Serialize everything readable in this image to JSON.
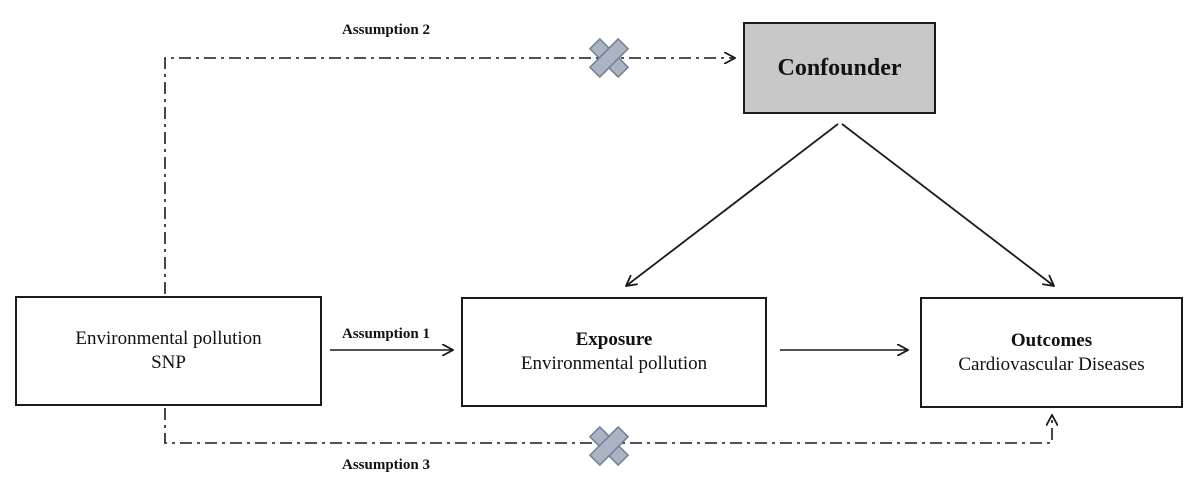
{
  "instrument": {
    "line1": "Environmental pollution",
    "line2": "SNP"
  },
  "exposure": {
    "heading": "Exposure",
    "text": "Environmental pollution"
  },
  "outcomes": {
    "heading": "Outcomes",
    "text": "Cardiovascular Diseases"
  },
  "confounder": {
    "label": "Confounder"
  },
  "assumptions": {
    "a1": "Assumption 1",
    "a2": "Assumption 2",
    "a3": "Assumption 3"
  },
  "colors": {
    "line": "#1a1a1a",
    "confounder_fill": "#c8c8c8",
    "cross_fill": "#aab4c2",
    "cross_stroke": "#6f7f95"
  }
}
